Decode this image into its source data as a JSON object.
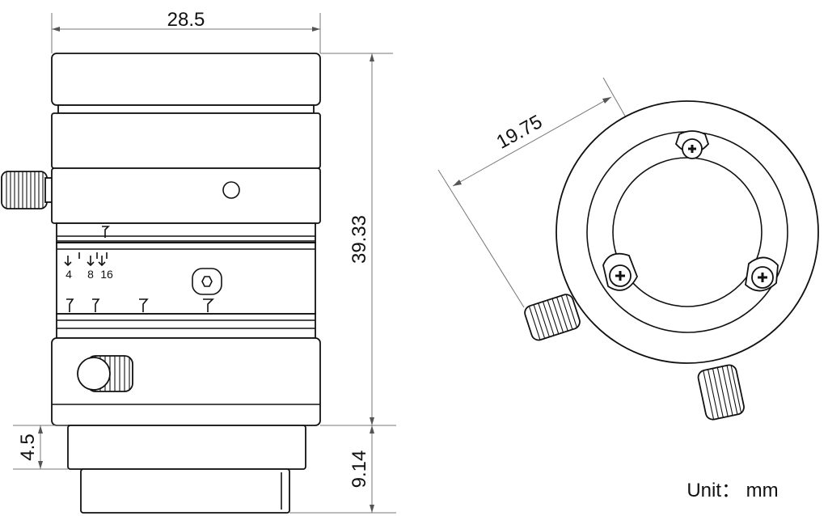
{
  "drawing": {
    "dim_width": "28.5",
    "dim_height_total": "39.33",
    "dim_mount_length": "4.5",
    "dim_back_length": "9.14",
    "dim_radius": "19.75",
    "scale_labels": [
      "4",
      "8",
      "16"
    ],
    "unit_label": "Unit： mm"
  }
}
